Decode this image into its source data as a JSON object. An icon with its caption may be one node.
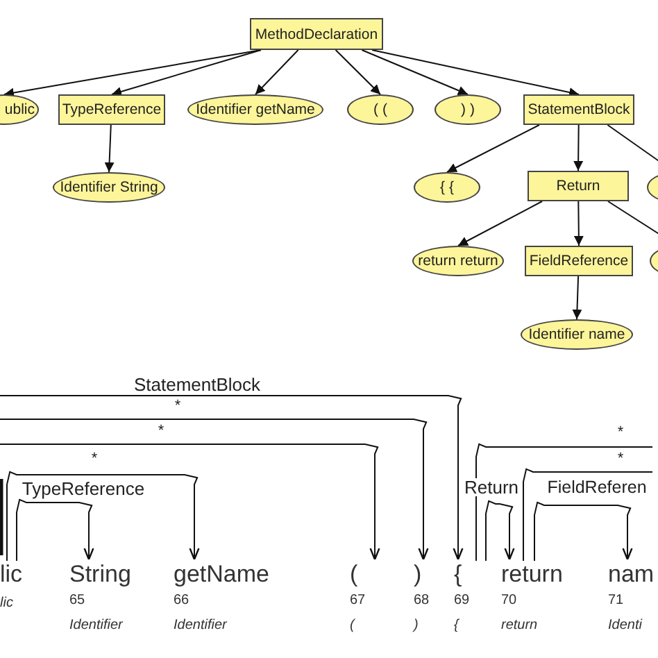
{
  "diagram": {
    "nodes": [
      {
        "text": [
          "MethodDeclaration"
        ]
      },
      {
        "text": [
          "ublic"
        ]
      },
      {
        "text": [
          "TypeReference"
        ]
      },
      {
        "text": [
          "Identifier getName"
        ]
      },
      {
        "text": [
          "( ("
        ]
      },
      {
        "text": [
          ") )"
        ]
      },
      {
        "text": [
          "StatementBlock"
        ]
      },
      {
        "text": [
          "Identifier String"
        ]
      },
      {
        "text": [
          "{ {"
        ]
      },
      {
        "text": [
          "Return"
        ]
      },
      {
        "text": [],
        "shape": "ellipse"
      },
      {
        "text": [
          "return return"
        ]
      },
      {
        "text": [
          "FieldReference"
        ]
      },
      {
        "text": [],
        "shape": "ellipse"
      },
      {
        "text": [
          "Identifier name"
        ]
      },
      {
        "text": [
          "lic",
          "lic"
        ]
      },
      {
        "text": [
          "String",
          "65",
          "Identifier"
        ]
      },
      {
        "text": [
          "getName",
          "66",
          "Identifier"
        ]
      },
      {
        "text": [
          "(",
          "67",
          "("
        ]
      },
      {
        "text": [
          ")",
          "68",
          ")"
        ]
      },
      {
        "text": [
          "{",
          "69",
          "{"
        ]
      },
      {
        "text": [
          "return",
          "70",
          "return"
        ]
      },
      {
        "text": [
          "nam",
          "71",
          "Identi"
        ]
      }
    ],
    "edges": [
      {
        "from": 0,
        "to": 1,
        "arrow": "to"
      },
      {
        "from": 0,
        "to": 2,
        "arrow": "to"
      },
      {
        "from": 0,
        "to": 3,
        "arrow": "to"
      },
      {
        "from": 0,
        "to": 4,
        "arrow": "to"
      },
      {
        "from": 0,
        "to": 5,
        "arrow": "to"
      },
      {
        "from": 0,
        "to": 6,
        "arrow": "to"
      },
      {
        "from": 2,
        "to": 7,
        "arrow": "to"
      },
      {
        "from": 6,
        "to": 8,
        "arrow": "to"
      },
      {
        "from": 6,
        "to": 9,
        "arrow": "to"
      },
      {
        "from": 6,
        "to": 10,
        "arrow": "to"
      },
      {
        "from": 9,
        "to": 11,
        "arrow": "to"
      },
      {
        "from": 9,
        "to": 12,
        "arrow": "to"
      },
      {
        "from": 9,
        "to": 13,
        "arrow": "to"
      },
      {
        "from": 12,
        "to": 14,
        "arrow": "to"
      },
      {
        "from": null,
        "to": 20,
        "arrow": "to",
        "label": "StatementBlock"
      },
      {
        "from": null,
        "to": 19,
        "arrow": "to",
        "label": "*"
      },
      {
        "from": null,
        "to": 18,
        "arrow": "to",
        "label": "*"
      },
      {
        "from": 15,
        "to": 17,
        "arrow": "to",
        "label": "*"
      },
      {
        "from": 15,
        "to": 16,
        "arrow": "to",
        "label": "TypeReference"
      },
      {
        "from": 20,
        "to": 21,
        "arrow": "to",
        "label": "Return"
      },
      {
        "from": 21,
        "to": 22,
        "arrow": "to",
        "label": "FieldReferen"
      },
      {
        "from": 20,
        "to": null,
        "arrow": "none",
        "label": "*"
      },
      {
        "from": 21,
        "to": null,
        "arrow": "none",
        "label": "*"
      }
    ]
  }
}
